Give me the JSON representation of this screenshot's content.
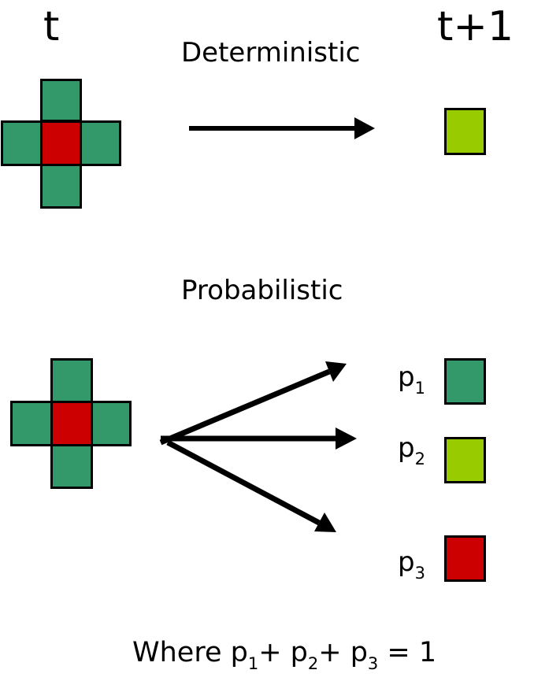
{
  "labels": {
    "time_t": "t",
    "time_t1": "t+1",
    "deterministic": "Deterministic",
    "probabilistic": "Probabilistic"
  },
  "probabilities": [
    {
      "symbol": "p",
      "subscript": "1"
    },
    {
      "symbol": "p",
      "subscript": "2"
    },
    {
      "symbol": "p",
      "subscript": "3"
    }
  ],
  "footer": {
    "prefix": "Where ",
    "p1": "p",
    "s1": "1",
    "plus1": "+ ",
    "p2": "p",
    "s2": "2",
    "plus2": "+ ",
    "p3": "p",
    "s3": "3",
    "equals": " = 1"
  },
  "colors": {
    "neighbor": "#33996b",
    "center": "#cc0000",
    "lime": "#99cc00",
    "border": "#000000"
  }
}
